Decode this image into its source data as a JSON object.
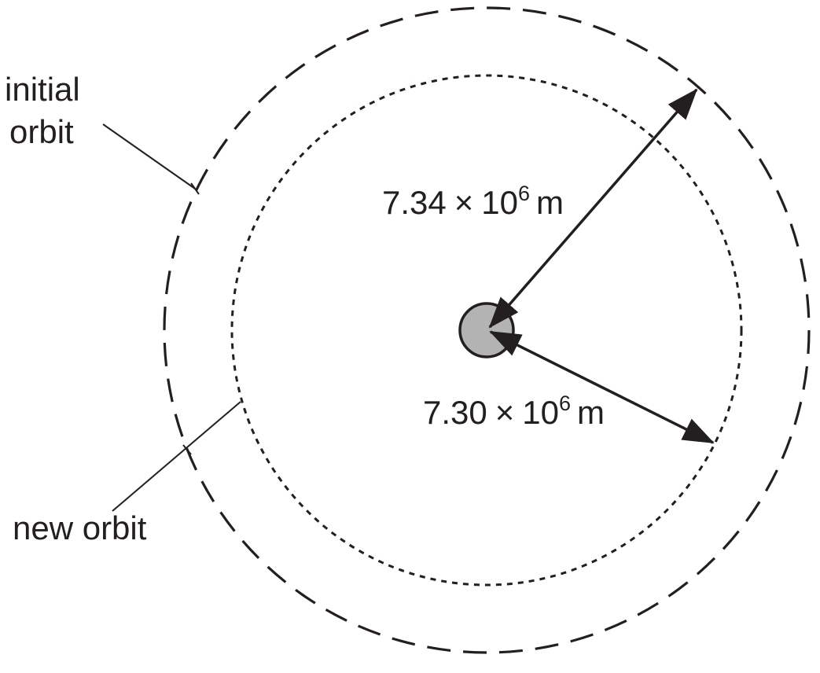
{
  "labels": {
    "initial_orbit_line1": "initial",
    "initial_orbit_line2": "orbit",
    "new_orbit": "new orbit"
  },
  "radii": {
    "initial": {
      "mantissa": "7.34",
      "times": "×",
      "base": "10",
      "exponent": "6",
      "unit": "m"
    },
    "new": {
      "mantissa": "7.30",
      "times": "×",
      "base": "10",
      "exponent": "6",
      "unit": "m"
    }
  },
  "colors": {
    "stroke": "#231f20",
    "planet_fill": "#b3b3b3",
    "background": "#ffffff"
  }
}
